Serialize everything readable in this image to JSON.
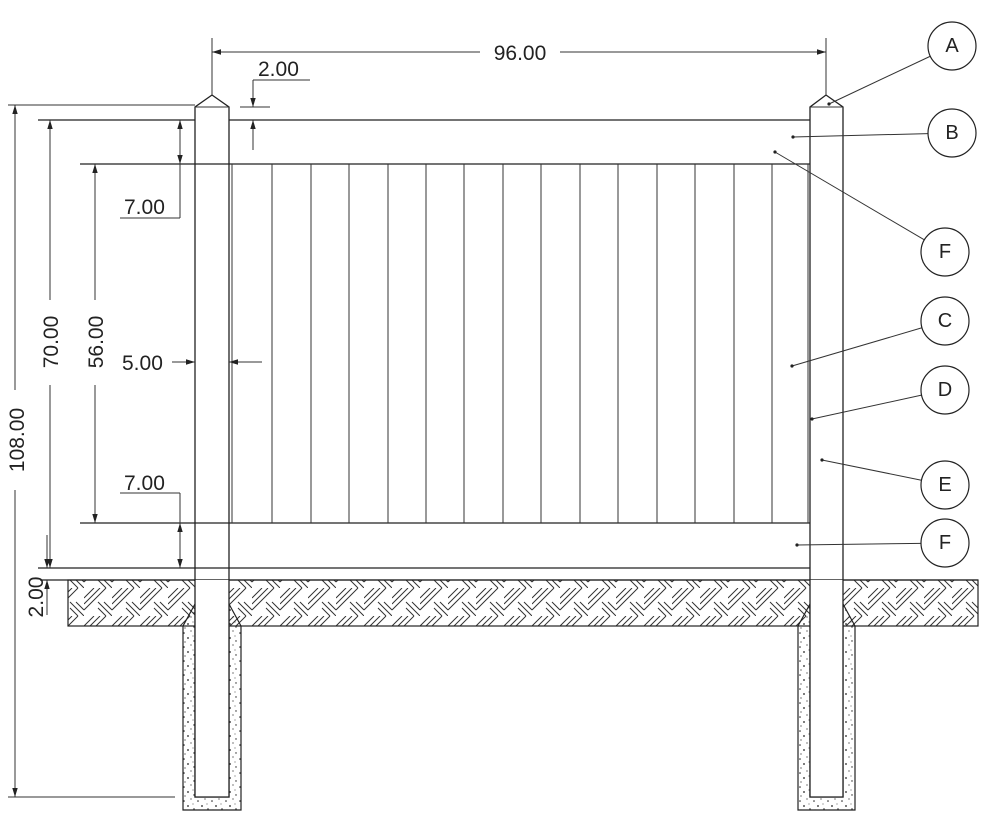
{
  "drawing": {
    "dimensions": {
      "overall_width": "96.00",
      "post_cap": "2.00",
      "top_rail": "7.00",
      "picket_height": "56.00",
      "panel_height": "70.00",
      "post_width": "5.00",
      "bottom_rail": "7.00",
      "ground_gap": "2.00",
      "total_post_length": "108.00"
    },
    "balloons": [
      "A",
      "B",
      "F",
      "C",
      "D",
      "E",
      "F"
    ]
  }
}
